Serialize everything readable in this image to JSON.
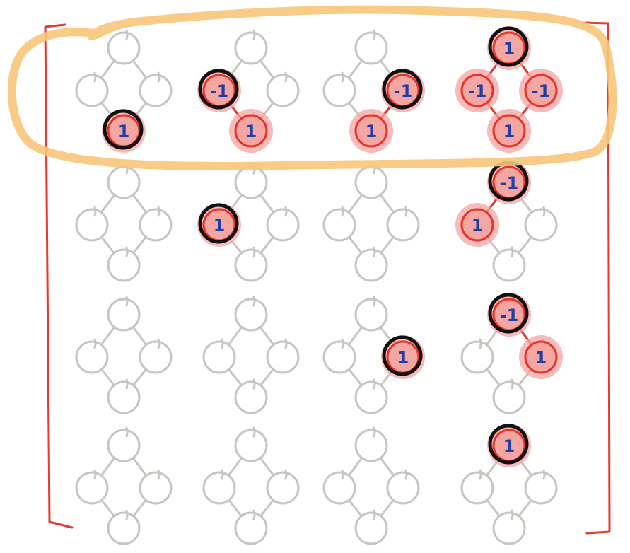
{
  "colors": {
    "node_outline": "#c8c5c0",
    "node_fill_active": "#f4a6a3",
    "node_outline_active": "#e8332a",
    "value_ink": "#1f3fa8",
    "highlight_ring": "#111111",
    "bracket": "#e53a2e",
    "row_highlight": "#f7c57a"
  },
  "matrix": {
    "rows": [
      [
        {
          "nodes": {
            "bottom": "1"
          },
          "edges": [],
          "marked": "bottom"
        },
        {
          "nodes": {
            "left": "-1",
            "bottom": "1"
          },
          "edges": [
            [
              "left",
              "bottom"
            ]
          ],
          "marked": "left"
        },
        {
          "nodes": {
            "right": "-1",
            "bottom": "1"
          },
          "edges": [
            [
              "right",
              "bottom"
            ]
          ],
          "marked": "right"
        },
        {
          "nodes": {
            "top": "1",
            "left": "-1",
            "right": "-1",
            "bottom": "1"
          },
          "edges": [
            [
              "top",
              "left"
            ],
            [
              "top",
              "right"
            ],
            [
              "left",
              "bottom"
            ],
            [
              "right",
              "bottom"
            ]
          ],
          "marked": "top"
        }
      ],
      [
        {
          "nodes": {},
          "edges": [],
          "marked": ""
        },
        {
          "nodes": {
            "left": "1"
          },
          "edges": [],
          "marked": "left"
        },
        {
          "nodes": {},
          "edges": [],
          "marked": ""
        },
        {
          "nodes": {
            "top": "-1",
            "left": "1"
          },
          "edges": [
            [
              "top",
              "left"
            ]
          ],
          "marked": "top"
        }
      ],
      [
        {
          "nodes": {},
          "edges": [],
          "marked": ""
        },
        {
          "nodes": {},
          "edges": [],
          "marked": ""
        },
        {
          "nodes": {
            "right": "1"
          },
          "edges": [],
          "marked": "right"
        },
        {
          "nodes": {
            "top": "-1",
            "right": "1"
          },
          "edges": [
            [
              "top",
              "right"
            ]
          ],
          "marked": "top"
        }
      ],
      [
        {
          "nodes": {},
          "edges": [],
          "marked": ""
        },
        {
          "nodes": {},
          "edges": [],
          "marked": ""
        },
        {
          "nodes": {},
          "edges": [],
          "marked": ""
        },
        {
          "nodes": {
            "top": "1"
          },
          "edges": [],
          "marked": "top"
        }
      ]
    ]
  }
}
